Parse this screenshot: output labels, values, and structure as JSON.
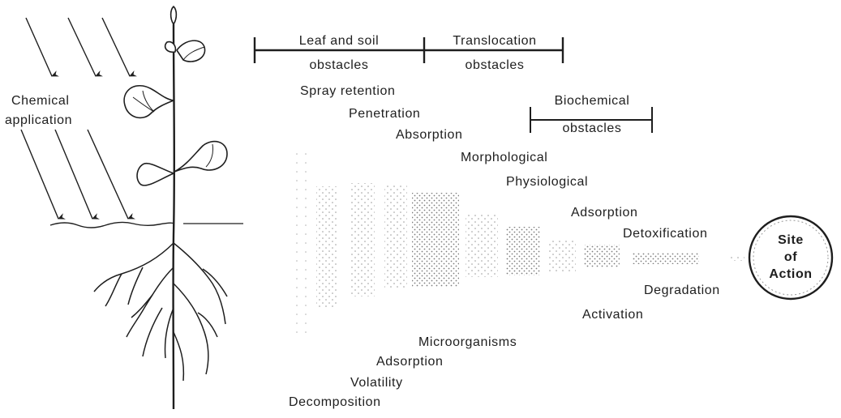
{
  "chemical_application": [
    "Chemical",
    "application"
  ],
  "obstacle_headers": {
    "leaf_soil": [
      "Leaf and soil",
      "obstacles"
    ],
    "translocation": [
      "Translocation",
      "obstacles"
    ],
    "biochemical": [
      "Biochemical",
      "obstacles"
    ]
  },
  "upper_path": {
    "spray_retention": "Spray retention",
    "penetration": "Penetration",
    "absorption": "Absorption",
    "morphological": "Morphological",
    "physiological": "Physiological",
    "adsorption": "Adsorption",
    "detoxification": "Detoxification"
  },
  "lower_path": {
    "degradation": "Degradation",
    "activation": "Activation",
    "microorganisms": "Microorganisms",
    "adsorption": "Adsorption",
    "volatility": "Volatility",
    "decomposition": "Decomposition"
  },
  "site_of_action": [
    "Site",
    "of",
    "Action"
  ],
  "colors": {
    "ink": "#1e1e1e",
    "stipple": "#8a8a8a",
    "background": "#ffffff"
  }
}
